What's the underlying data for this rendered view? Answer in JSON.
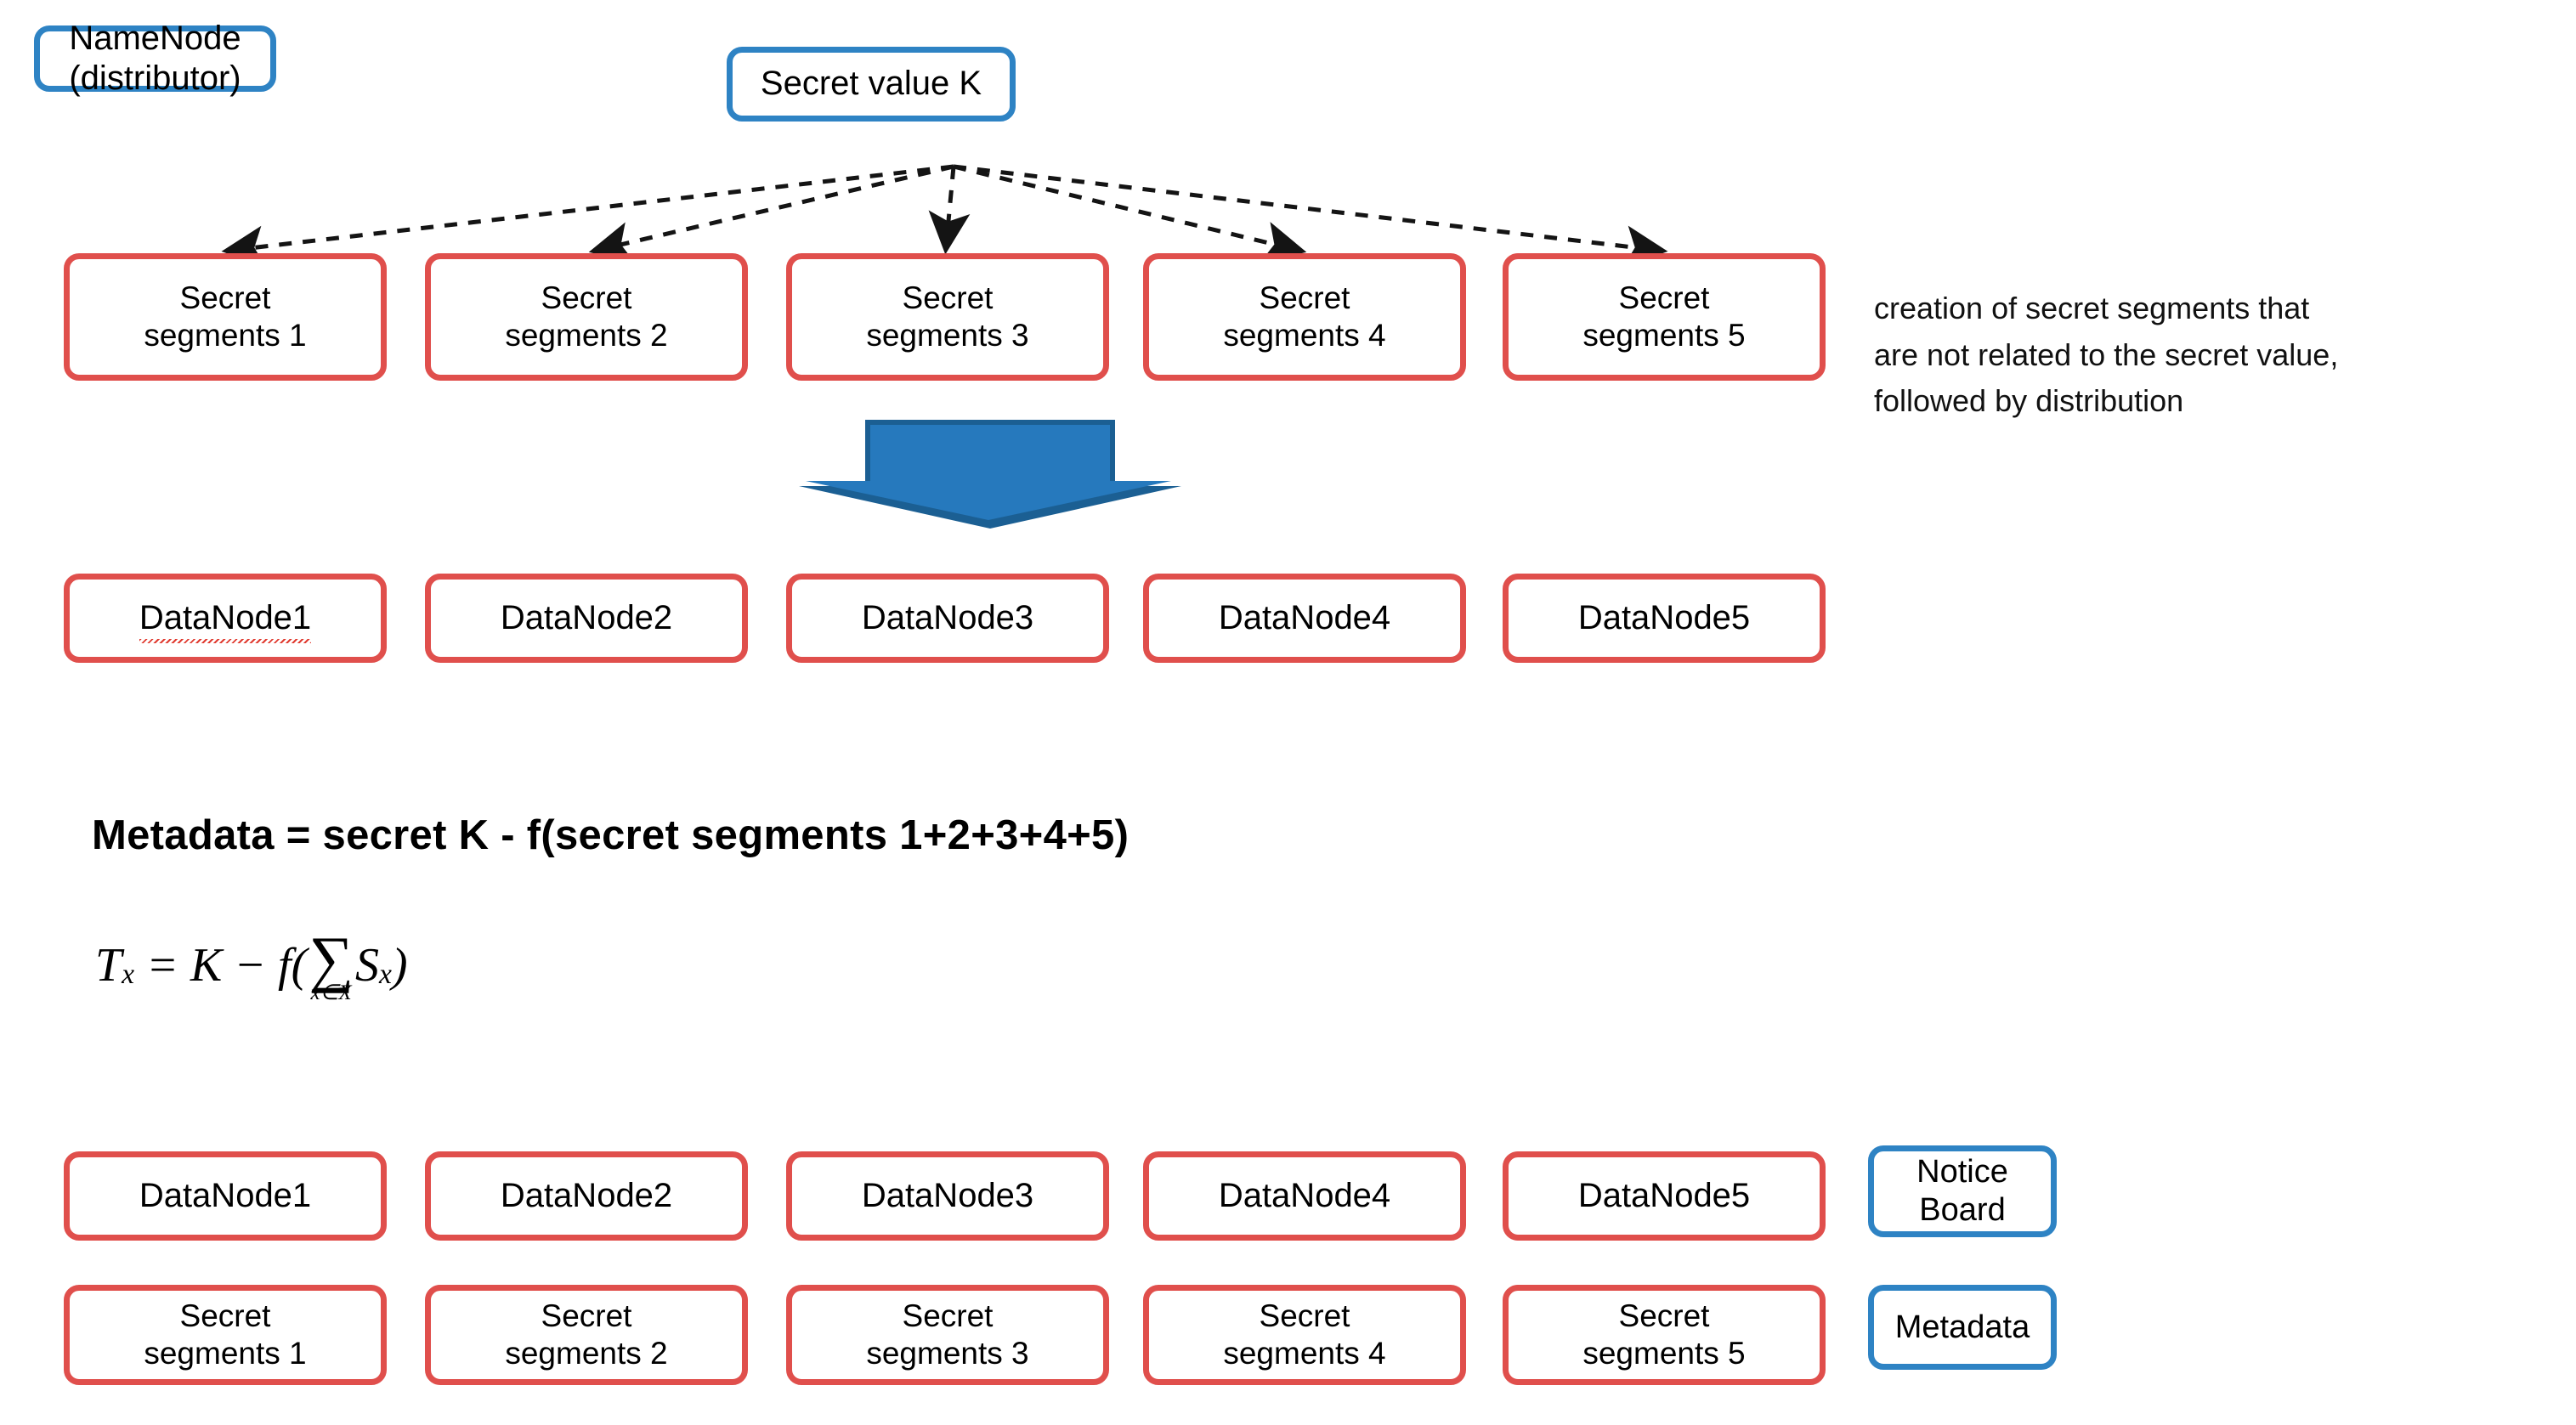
{
  "diagram": {
    "title_nodes": {
      "namenode": "NameNode\n(distributor)",
      "secret_value": "Secret value  K"
    },
    "secret_segments_top": [
      "Secret\nsegments 1",
      "Secret\nsegments 2",
      "Secret\nsegments 3",
      "Secret\nsegments 4",
      "Secret\nsegments 5"
    ],
    "annotation": "creation of secret segments that\nare not related to the secret value,\nfollowed by distribution",
    "datanodes_top": [
      "DataNode1",
      "DataNode2",
      "DataNode3",
      "DataNode4",
      "DataNode5"
    ],
    "metadata_formula": "Metadata = secret K - f(secret segments 1+2+3+4+5)",
    "equation": {
      "lhs_base": "T",
      "lhs_sub": "x",
      "eq": "=",
      "k": "K",
      "minus": "−",
      "f": "f",
      "open_paren": "(",
      "sigma": "∑",
      "sigma_sub": "x∈X",
      "s_base": "S",
      "s_sub": "x",
      "close_paren": ")"
    },
    "datanodes_bottom": [
      "DataNode1",
      "DataNode2",
      "DataNode3",
      "DataNode4",
      "DataNode5"
    ],
    "secret_segments_bottom": [
      "Secret\nsegments 1",
      "Secret\nsegments 2",
      "Secret\nsegments 3",
      "Secret\nsegments 4",
      "Secret\nsegments 5"
    ],
    "notice_board": "Notice\nBoard",
    "metadata_box": "Metadata",
    "colors": {
      "blue_border": "#2E83C4",
      "red_border": "#E04F4C",
      "arrow_blue_fill": "#2679BD",
      "arrow_blue_shadow": "#1B5F93",
      "dashed_arrow": "#1A1A1A",
      "background": "#FFFFFF",
      "text": "#000000",
      "spellcheck_underline": "#E03B30"
    }
  }
}
